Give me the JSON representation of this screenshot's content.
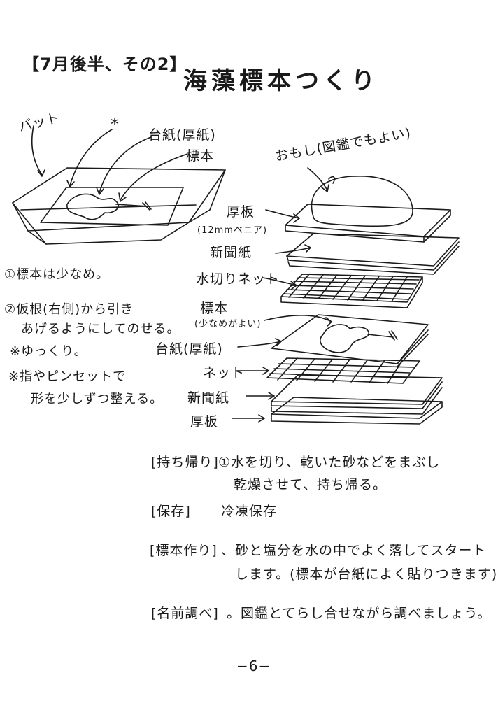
{
  "header": {
    "label": "【7月後半、その2】",
    "title": "海藻標本つくり"
  },
  "figure_left": {
    "bat": "バット",
    "asterisk": "*",
    "daishi": "台紙(厚紙)",
    "hyohon": "標本"
  },
  "stack_labels": {
    "weight": "おもし(図鑑でもよい)",
    "board_top": "厚板",
    "board_top_note": "(12mmベニア)",
    "newspaper_top": "新聞紙",
    "mesh": "水切りネット",
    "specimen": "標本",
    "specimen_note": "(少なめがよい)",
    "daishi": "台紙(厚紙)",
    "net": "ネット",
    "newspaper_bottom": "新聞紙",
    "board_bottom": "厚板"
  },
  "steps": {
    "s1": "①標本は少なめ。",
    "s2a": "②仮根(右側)から引き",
    "s2b": "あげるようにしてのせる。",
    "note1": "※ゆっくり。",
    "note2a": "※指やピンセットで",
    "note2b": "形を少しずつ整える。"
  },
  "sections": {
    "carry_label": "[持ち帰り]",
    "carry_1": "①水を切り、乾いた砂などをまぶし",
    "carry_2": "乾燥させて、持ち帰る。",
    "store_label": "[保存]",
    "store_text": "冷凍保存",
    "make_label": "[標本作り]",
    "make_1": "、砂と塩分を水の中でよく落してスタート",
    "make_2": "します。(標本が台紙によく貼りつきます)",
    "name_label": "[名前調べ]",
    "name_text": "。図鑑とてらし合せながら調べましょう。"
  },
  "footer": {
    "page": "−6−"
  }
}
